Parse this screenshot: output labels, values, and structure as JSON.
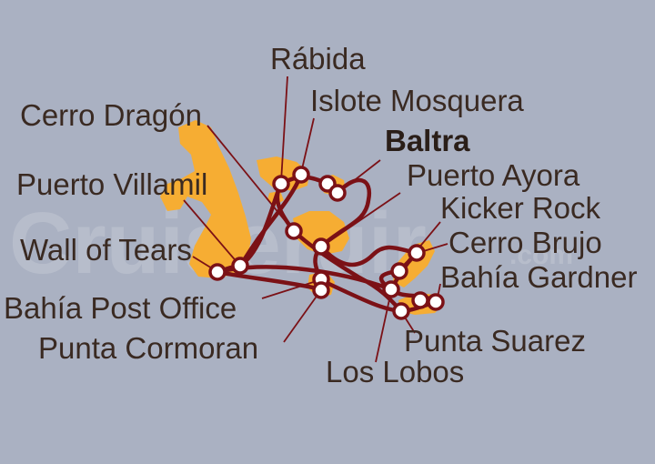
{
  "map": {
    "background_color": "#aab1c2",
    "land_color": "#f6ad33",
    "route_color": "#7b1116",
    "watermark": "Cruiseruir",
    "watermark_suffix": ".com",
    "ports": [
      {
        "id": "rabida",
        "label": "Rábida",
        "bold": false
      },
      {
        "id": "islote-mosquera",
        "label": "Islote Mosquera",
        "bold": false
      },
      {
        "id": "cerro-dragon",
        "label": "Cerro Dragón",
        "bold": false
      },
      {
        "id": "baltra",
        "label": "Baltra",
        "bold": true
      },
      {
        "id": "puerto-villamil",
        "label": "Puerto Villamil",
        "bold": false
      },
      {
        "id": "puerto-ayora",
        "label": "Puerto Ayora",
        "bold": false
      },
      {
        "id": "kicker-rock",
        "label": "Kicker Rock",
        "bold": false
      },
      {
        "id": "wall-of-tears",
        "label": "Wall of Tears",
        "bold": false
      },
      {
        "id": "cerro-brujo",
        "label": "Cerro Brujo",
        "bold": false
      },
      {
        "id": "bahia-gardner",
        "label": "Bahía Gardner",
        "bold": false
      },
      {
        "id": "bahia-post-office",
        "label": "Bahía Post Office",
        "bold": false
      },
      {
        "id": "punta-cormoran",
        "label": "Punta Cormoran",
        "bold": false
      },
      {
        "id": "punta-suarez",
        "label": "Punta Suarez",
        "bold": false
      },
      {
        "id": "los-lobos",
        "label": "Los Lobos",
        "bold": false
      }
    ]
  }
}
